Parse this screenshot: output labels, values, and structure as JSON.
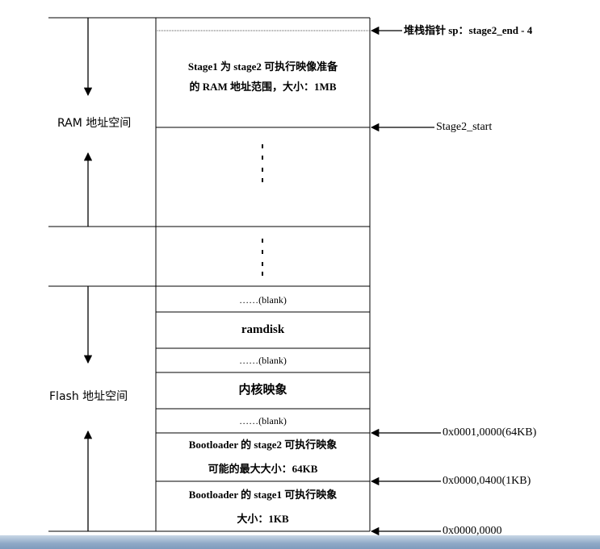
{
  "labels": {
    "ram_space": "RAM 地址空间",
    "flash_space": "Flash 地址空间"
  },
  "cells": {
    "stage1_prepared_line1": "Stage1 为 stage2 可执行映像准备",
    "stage1_prepared_line2": "的 RAM 地址范围，大小：1MB",
    "blank1": "……(blank)",
    "ramdisk": "ramdisk",
    "blank2": "……(blank)",
    "kernel_image": "内核映象",
    "blank3": "……(blank)",
    "stage2_max_line1": "Bootloader 的 stage2 可执行映象",
    "stage2_max_line2": "可能的最大大小：64KB",
    "stage1_line1": "Bootloader 的 stage1 可执行映象",
    "stage1_line2": "大小：1KB"
  },
  "pointers": {
    "stack_pointer": "堆栈指针 sp：stage2_end - 4",
    "stage2_start": "Stage2_start",
    "addr_64kb": "0x0001,0000(64KB)",
    "addr_1kb": "0x0000,0400(1KB)",
    "addr_0": "0x0000,0000"
  },
  "colors": {
    "line": "#000000",
    "dotted": "#555555",
    "band": "#8fa9c6"
  }
}
